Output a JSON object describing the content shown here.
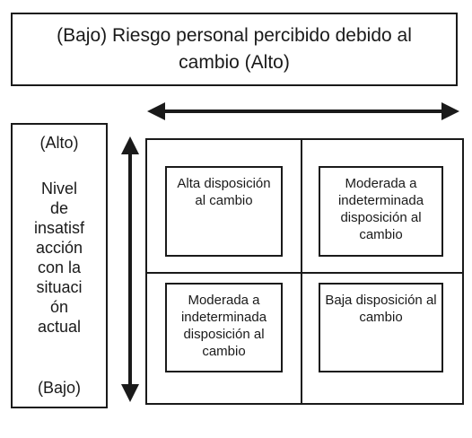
{
  "top_box": {
    "text": "(Bajo)  Riesgo personal percibido debido al cambio   (Alto)"
  },
  "left_box": {
    "top_label": "(Alto)",
    "lines": [
      "Nivel",
      "de",
      "insatisf",
      "acción",
      "con la",
      "situaci",
      "ón",
      "actual"
    ],
    "bottom_label": "(Bajo)"
  },
  "matrix": {
    "cells": [
      {
        "text": "Alta disposición al cambio"
      },
      {
        "text": "Moderada a indeterminada disposición al cambio"
      },
      {
        "text": "Moderada a indeterminada disposición al cambio"
      },
      {
        "text": "Baja disposición al cambio"
      }
    ]
  }
}
